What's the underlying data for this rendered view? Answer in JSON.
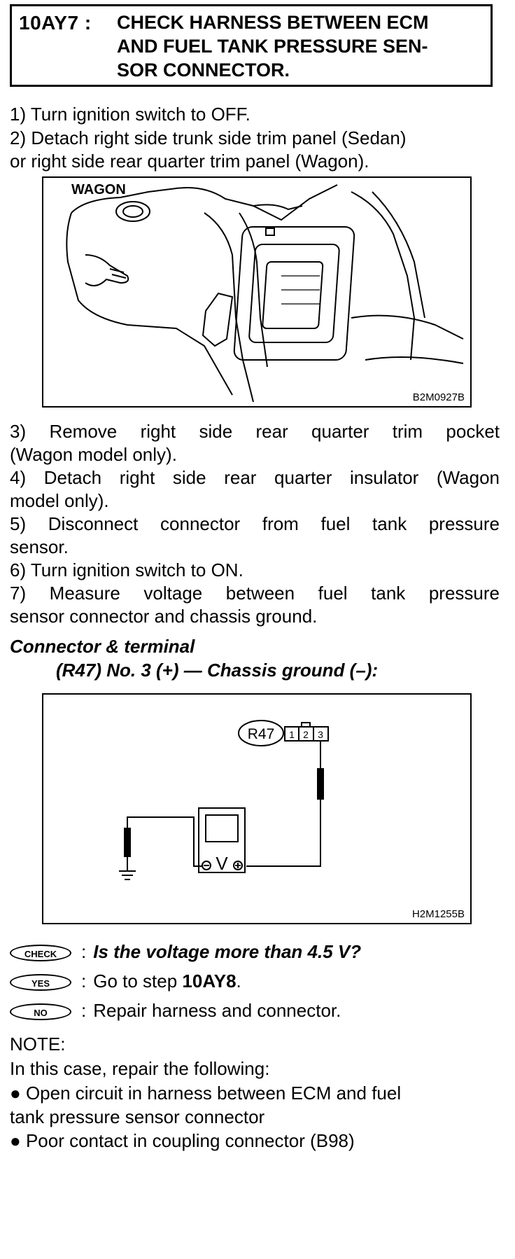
{
  "header": {
    "step_id": "10AY7 :",
    "title": "CHECK HARNESS BETWEEN ECM\nAND FUEL TANK PRESSURE SEN-\nSOR CONNECTOR."
  },
  "steps_a": [
    "1)  Turn ignition switch to OFF.",
    "2)  Detach right side trunk side trim panel (Sedan)",
    "or right side rear quarter trim panel (Wagon)."
  ],
  "figure1": {
    "label": "WAGON",
    "code": "B2M0927B"
  },
  "steps_b": [
    "3)  Remove  right  side  rear  quarter  trim  pocket",
    "(Wagon model only).",
    "4)  Detach right side rear quarter insulator (Wagon",
    "model only).",
    "5)  Disconnect  connector  from  fuel  tank  pressure",
    "sensor.",
    "6)  Turn ignition switch to ON.",
    "7)  Measure  voltage  between  fuel  tank  pressure",
    "sensor connector and chassis ground."
  ],
  "connector": {
    "heading": "Connector & terminal",
    "spec": "(R47) No. 3 (+) — Chassis ground (–):"
  },
  "figure2": {
    "connector_label": "R47",
    "pins": [
      "1",
      "2",
      "3"
    ],
    "meter_symbol": "V",
    "code": "H2M1255B"
  },
  "results": {
    "check": {
      "badge": "CHECK",
      "text": "Is the voltage more than 4.5 V?"
    },
    "yes": {
      "badge": "YES",
      "text_pre": "Go to step ",
      "text_bold": "10AY8",
      "text_post": "."
    },
    "no": {
      "badge": "NO",
      "text": "Repair harness and connector."
    }
  },
  "note": {
    "label": "NOTE:",
    "intro": "In this case, repair the following:",
    "bullets": [
      "Open circuit in harness between ECM and fuel",
      "tank pressure sensor connector",
      "Poor contact in coupling connector (B98)"
    ]
  }
}
